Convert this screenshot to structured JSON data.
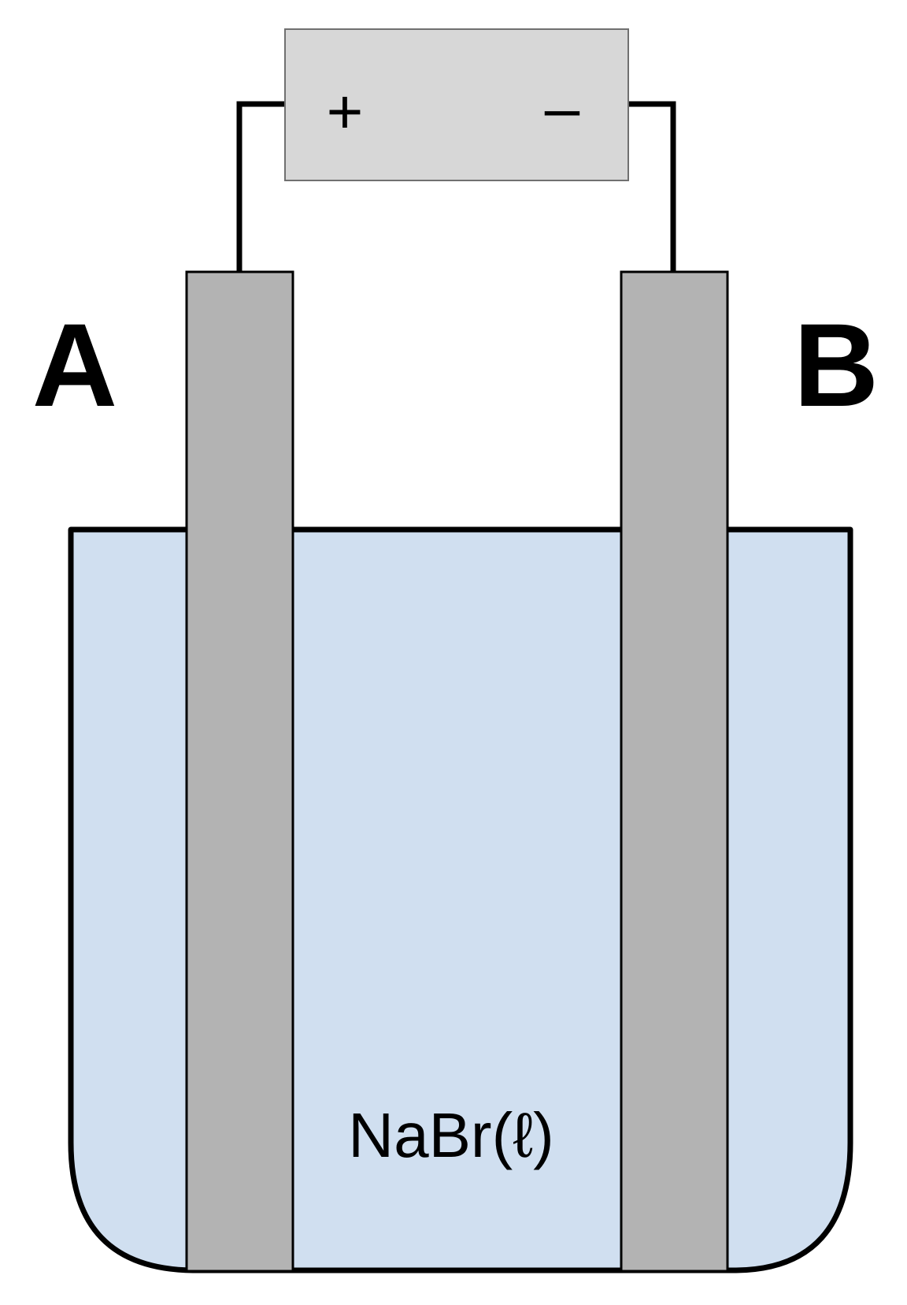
{
  "battery": {
    "positive_label": "+",
    "negative_label": "–",
    "body_color": "#d7d7d7"
  },
  "electrodes": {
    "left_label": "A",
    "right_label": "B",
    "color": "#b3b3b3"
  },
  "beaker": {
    "solution_label": "NaBr(ℓ)",
    "solution_color": "#d0dff0"
  }
}
